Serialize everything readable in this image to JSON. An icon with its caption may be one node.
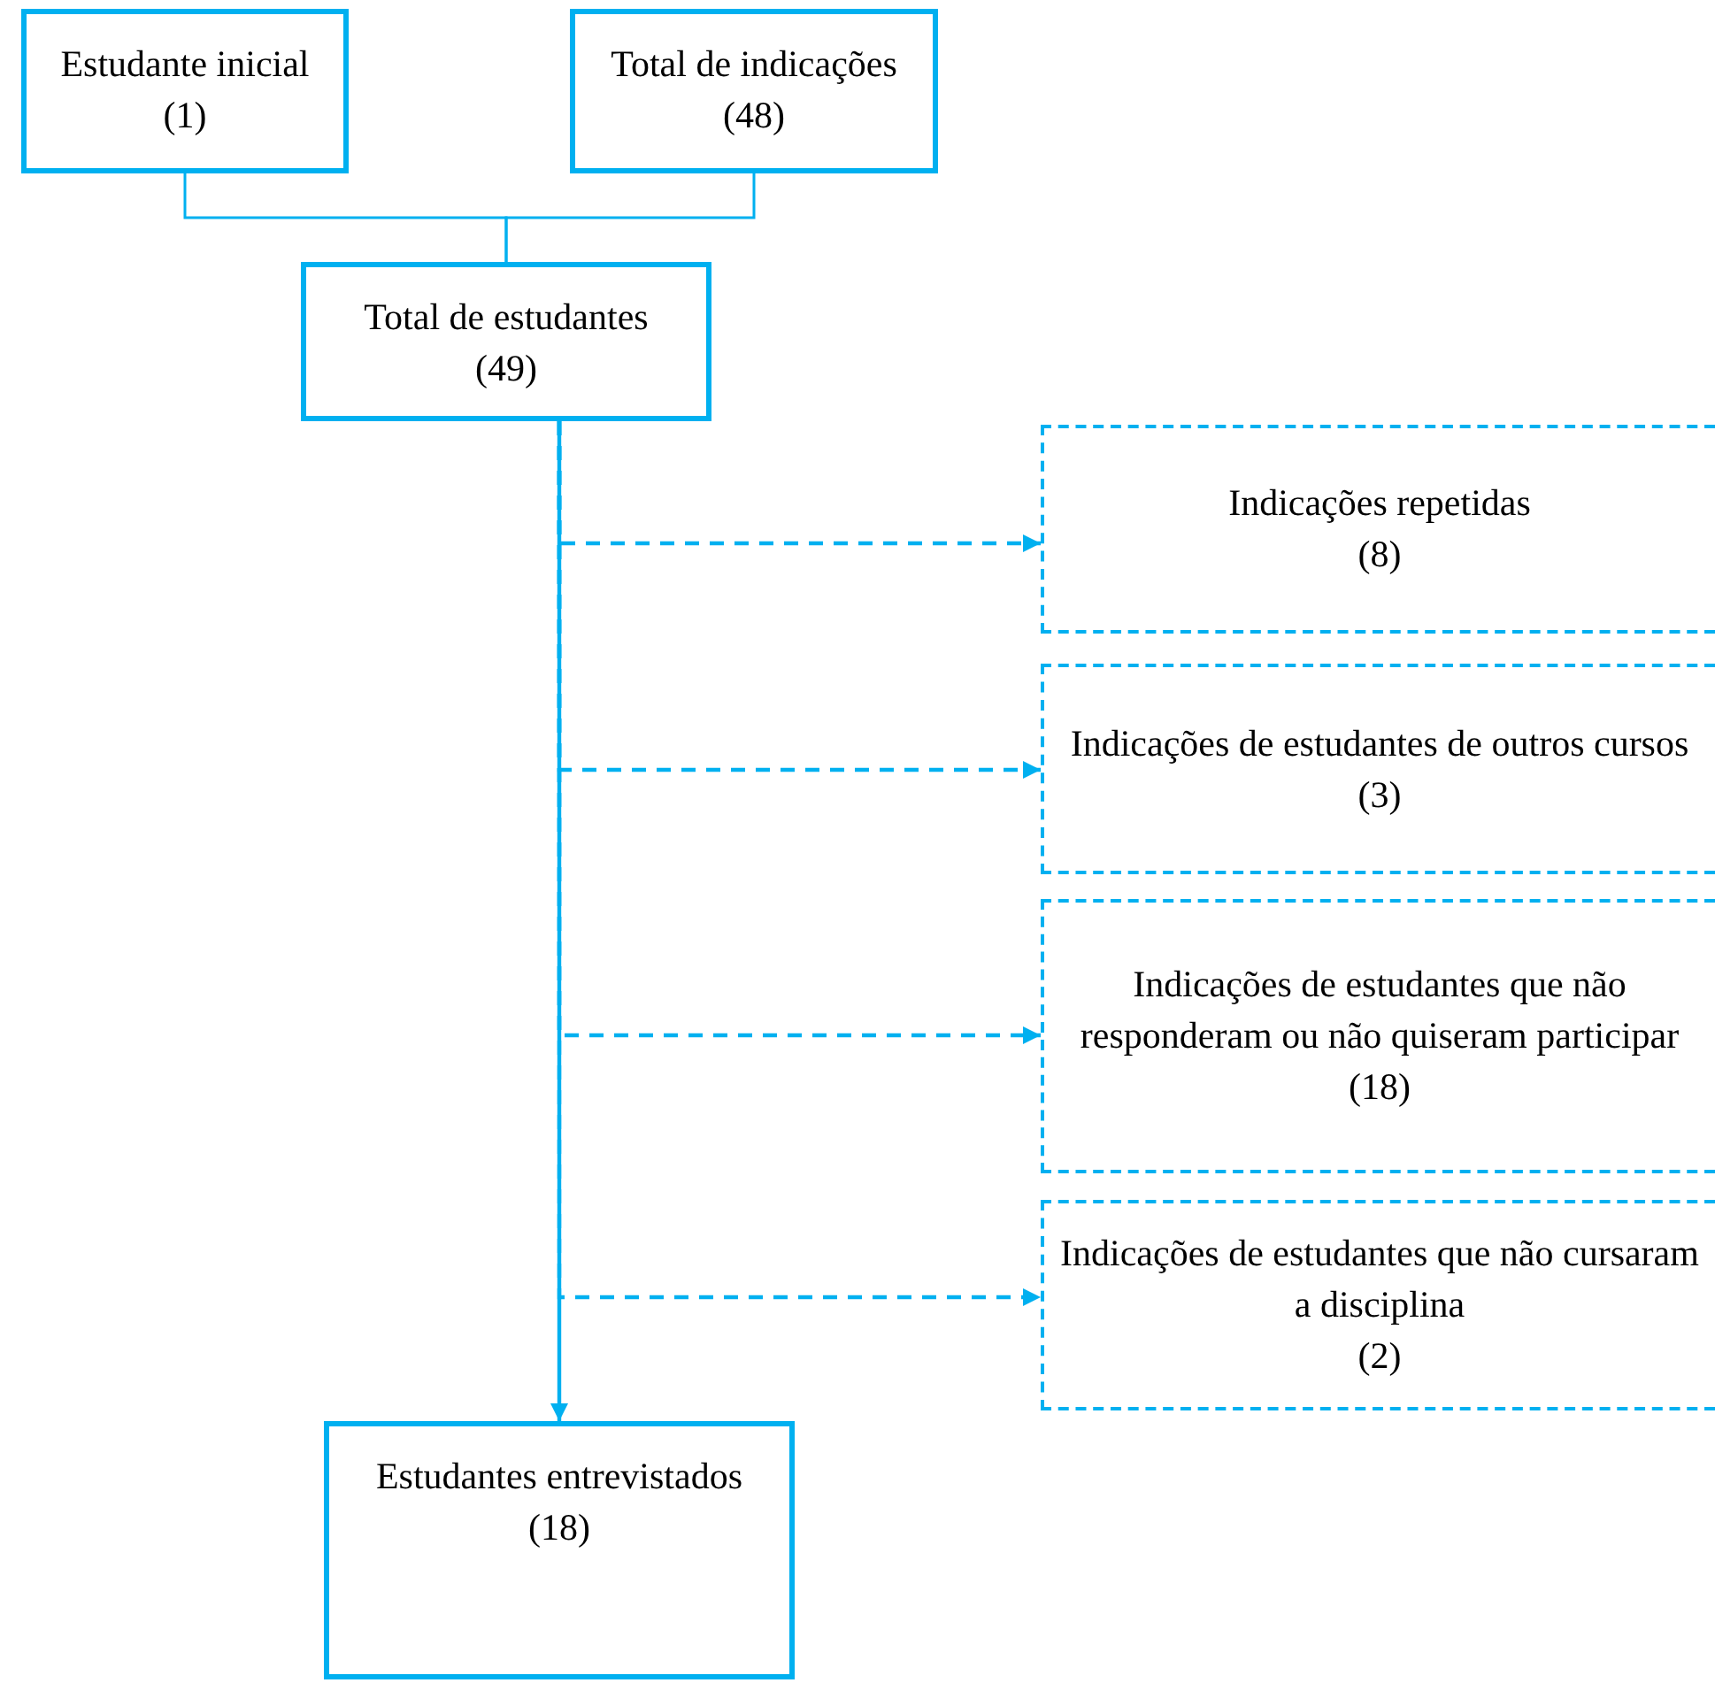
{
  "diagram": {
    "nodes": [
      {
        "text": [
          "Estudante inicial",
          "(1)"
        ]
      },
      {
        "text": [
          "Total de indicações",
          "(48)"
        ]
      },
      {
        "text": [
          "Total de estudantes",
          "(49)"
        ]
      },
      {
        "text": [
          "Indicações repetidas",
          "(8)"
        ]
      },
      {
        "text": [
          "Indicações de estudantes de outros cursos",
          "(3)"
        ]
      },
      {
        "text": [
          "Indicações de estudantes que não responderam ou não quiseram participar",
          "(18)"
        ]
      },
      {
        "text": [
          "Indicações de estudantes que não cursaram a disciplina",
          "(2)"
        ]
      },
      {
        "text": [
          "Estudantes entrevistados",
          "(18)"
        ]
      }
    ],
    "edges": [
      {
        "from": 0,
        "to": 2,
        "arrow": "none"
      },
      {
        "from": 1,
        "to": 2,
        "arrow": "none"
      },
      {
        "from": 2,
        "to": 7,
        "arrow": "to"
      },
      {
        "from": 2,
        "to": 3,
        "arrow": "to",
        "style": "dashed"
      },
      {
        "from": 2,
        "to": 4,
        "arrow": "to",
        "style": "dashed"
      },
      {
        "from": 2,
        "to": 5,
        "arrow": "to",
        "style": "dashed"
      },
      {
        "from": 2,
        "to": 6,
        "arrow": "to",
        "style": "dashed"
      }
    ]
  }
}
